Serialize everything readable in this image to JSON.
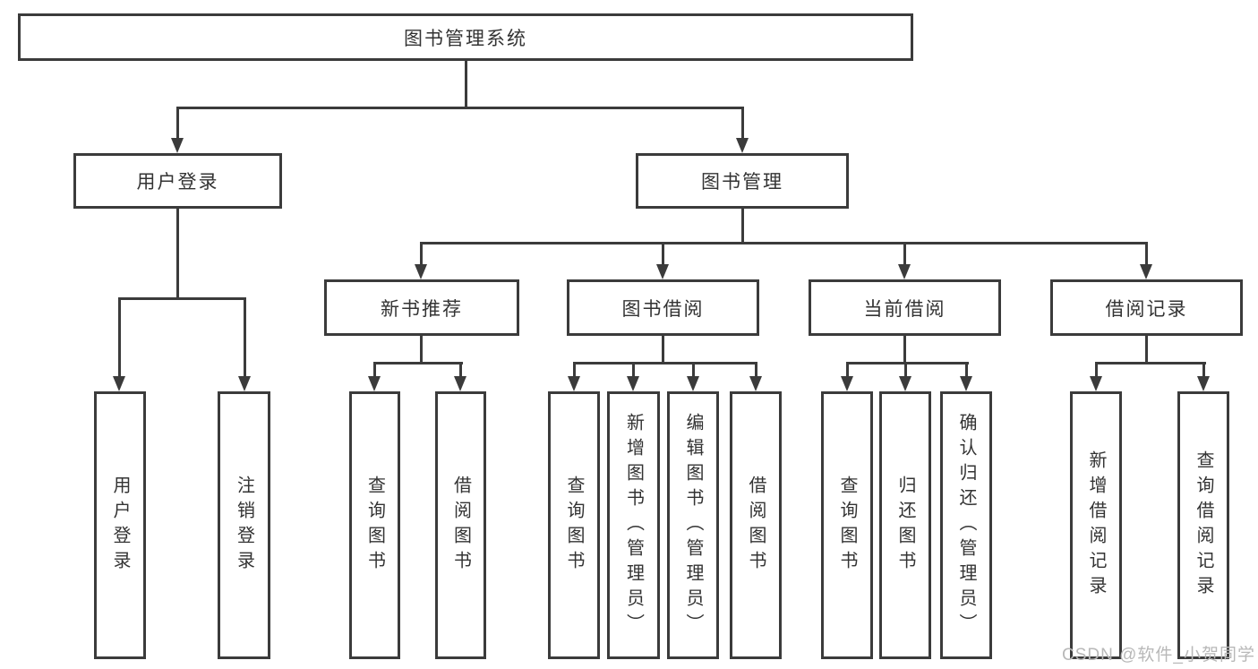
{
  "tree": {
    "root": {
      "label": "图书管理系统",
      "children": [
        {
          "label": "用户登录",
          "children": [
            {
              "label": "用户登录"
            },
            {
              "label": "注销登录"
            }
          ]
        },
        {
          "label": "图书管理",
          "children": [
            {
              "label": "新书推荐",
              "children": [
                {
                  "label": "查询图书"
                },
                {
                  "label": "借阅图书"
                }
              ]
            },
            {
              "label": "图书借阅",
              "children": [
                {
                  "label": "查询图书"
                },
                {
                  "label": "新增图书（管理员）"
                },
                {
                  "label": "编辑图书（管理员）"
                },
                {
                  "label": "借阅图书"
                }
              ]
            },
            {
              "label": "当前借阅",
              "children": [
                {
                  "label": "查询图书"
                },
                {
                  "label": "归还图书"
                },
                {
                  "label": "确认归还（管理员）"
                }
              ]
            },
            {
              "label": "借阅记录",
              "children": [
                {
                  "label": "新增借阅记录"
                },
                {
                  "label": "查询借阅记录"
                }
              ]
            }
          ]
        }
      ]
    }
  },
  "watermark": "CSDN @软件_小贺同学",
  "colors": {
    "line": "#3b3b3b",
    "text": "#333333",
    "background": "#ffffff",
    "watermark": "#b8b8b8"
  }
}
